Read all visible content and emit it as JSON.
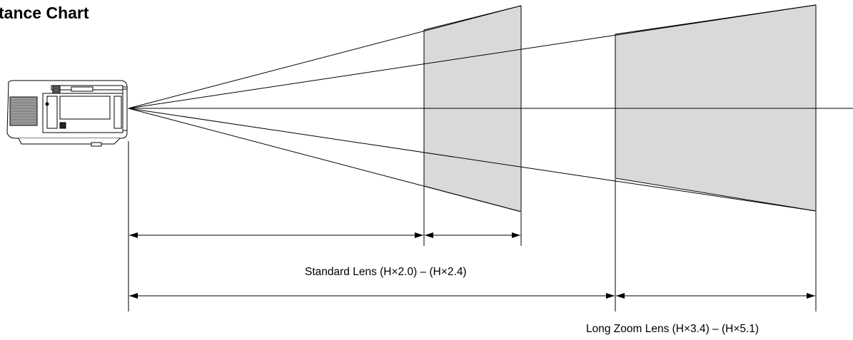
{
  "title": "tance Chart",
  "standard_lens_label": "Standard Lens (H×2.0) – (H×2.4)",
  "long_zoom_lens_label": "Long Zoom Lens (H×3.4) – (H×5.1)",
  "colors": {
    "screen_fill": "#d9d9d9",
    "line": "#000000"
  },
  "icons": {
    "projector": "projector-icon"
  }
}
